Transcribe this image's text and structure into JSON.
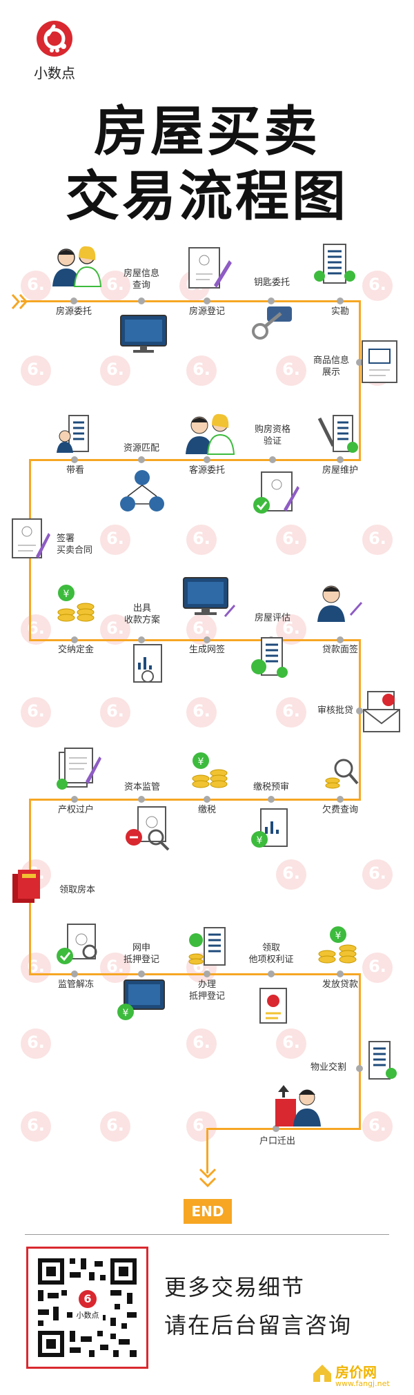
{
  "brand": {
    "logo_text": "小数点",
    "logo_mark": "6"
  },
  "title": {
    "line1": "房屋买卖",
    "line2": "交易流程图"
  },
  "steps": {
    "s1": "房源委托",
    "s2": "房屋信息\n查询",
    "s3": "房源登记",
    "s4": "钥匙委托",
    "s5": "实勘",
    "s6": "商品信息\n展示",
    "s7": "带看",
    "s8": "资源匹配",
    "s9": "客源委托",
    "s10": "购房资格\n验证",
    "s11": "房屋维护",
    "s12": "签署\n买卖合同",
    "s13": "交纳定金",
    "s14": "出具\n收款方案",
    "s15": "生成网签",
    "s16": "房屋评估",
    "s17": "贷款面签",
    "s18": "审核批贷",
    "s19": "产权过户",
    "s20": "资本监管",
    "s21": "缴税",
    "s22": "缴税预审",
    "s23": "欠费查询",
    "s24": "领取房本",
    "s25": "监管解冻",
    "s26": "网申\n抵押登记",
    "s27": "办理\n抵押登记",
    "s28": "领取\n他项权利证",
    "s29": "发放贷款",
    "s30": "物业交割",
    "s31": "户口迁出"
  },
  "end_label": "END",
  "footer": {
    "line1": "更多交易细节",
    "line2": "请在后台留言咨询",
    "qr_center": "小数点",
    "site": "房价网",
    "site_url": "www.fangj.net"
  },
  "colors": {
    "path": "#f6a623",
    "node": "#a9a9a9",
    "accent_green": "#3dbb3d",
    "accent_blue": "#1e4a7a",
    "watermark": "#fbe3e3",
    "red": "#d9282f"
  }
}
